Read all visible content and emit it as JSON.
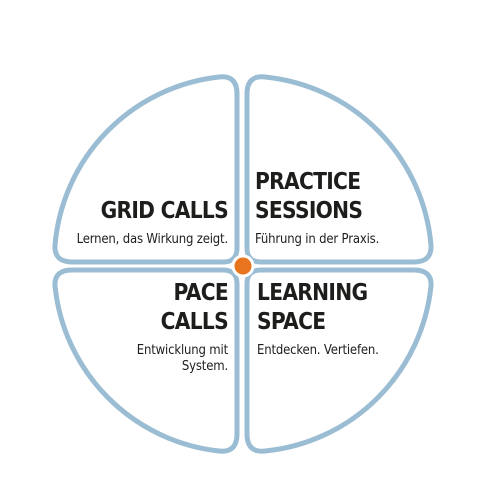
{
  "colors": {
    "ring": "#9bbdd4",
    "center_dot": "#e8741e",
    "text": "#1d1d1b"
  },
  "quadrants": {
    "top_left": {
      "title_lines": [
        "GRID CALLS"
      ],
      "subtitle_lines": [
        "Lernen, das Wirkung zeigt."
      ]
    },
    "top_right": {
      "title_lines": [
        "PRACTICE",
        "SESSIONS"
      ],
      "subtitle_lines": [
        "Führung in der Praxis."
      ]
    },
    "bottom_left": {
      "title_lines": [
        "PACE",
        "CALLS"
      ],
      "subtitle_lines": [
        "Entwicklung mit",
        "System."
      ]
    },
    "bottom_right": {
      "title_lines": [
        "LEARNING",
        "SPACE"
      ],
      "subtitle_lines": [
        "Entdecken. Vertiefen."
      ]
    }
  }
}
